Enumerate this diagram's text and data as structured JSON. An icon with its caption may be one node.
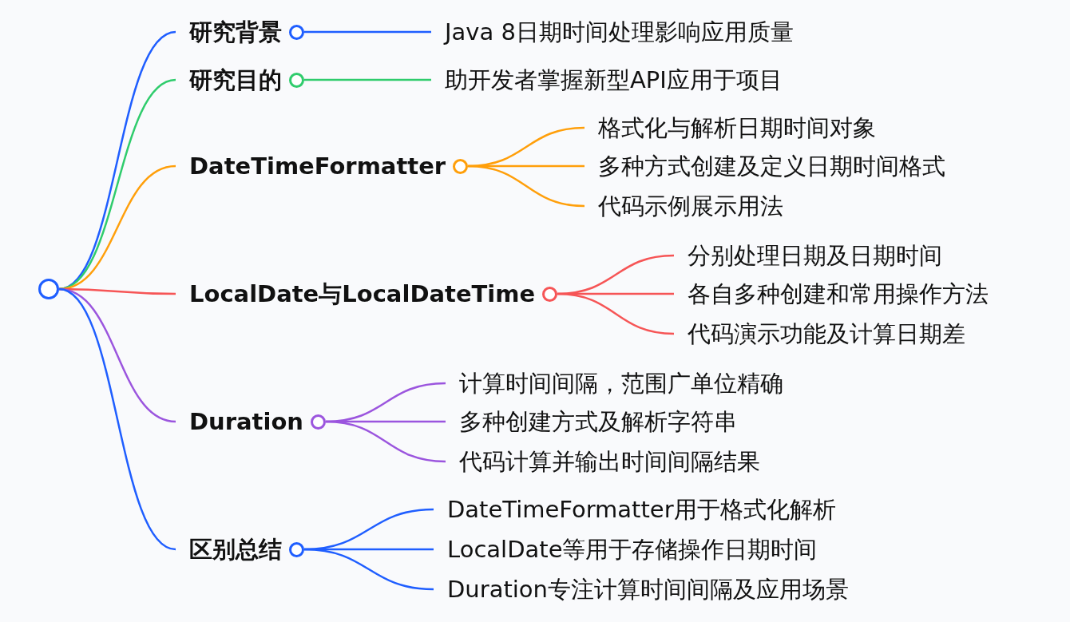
{
  "diagram": {
    "nodes": [
      {
        "text": [],
        "shape": "circle"
      },
      {
        "text": [
          "研究背景"
        ]
      },
      {
        "text": [
          "Java 8日期时间处理影响应用质量"
        ]
      },
      {
        "text": [
          "研究目的"
        ]
      },
      {
        "text": [
          "助开发者掌握新型API应用于项目"
        ]
      },
      {
        "text": [
          "DateTimeFormatter"
        ]
      },
      {
        "text": [
          "格式化与解析日期时间对象"
        ]
      },
      {
        "text": [
          "多种方式创建及定义日期时间格式"
        ]
      },
      {
        "text": [
          "代码示例展示用法"
        ]
      },
      {
        "text": [
          "LocalDate与LocalDateTime"
        ]
      },
      {
        "text": [
          "分别处理日期及日期时间"
        ]
      },
      {
        "text": [
          "各自多种创建和常用操作方法"
        ]
      },
      {
        "text": [
          "代码演示功能及计算日期差"
        ]
      },
      {
        "text": [
          "Duration"
        ]
      },
      {
        "text": [
          "计算时间间隔，范围广单位精确"
        ]
      },
      {
        "text": [
          "多种创建方式及解析字符串"
        ]
      },
      {
        "text": [
          "代码计算并输出时间间隔结果"
        ]
      },
      {
        "text": [
          "区别总结"
        ]
      },
      {
        "text": [
          "DateTimeFormatter用于格式化解析"
        ]
      },
      {
        "text": [
          "LocalDate等用于存储操作日期时间"
        ]
      },
      {
        "text": [
          "Duration专注计算时间间隔及应用场景"
        ]
      }
    ],
    "edges": [
      {
        "from": 0,
        "to": 1,
        "arrow": "none",
        "color": "#1f5eff"
      },
      {
        "from": 1,
        "to": 2,
        "arrow": "none",
        "color": "#1f5eff"
      },
      {
        "from": 0,
        "to": 3,
        "arrow": "none",
        "color": "#2fcc6c"
      },
      {
        "from": 3,
        "to": 4,
        "arrow": "none",
        "color": "#2fcc6c"
      },
      {
        "from": 0,
        "to": 5,
        "arrow": "none",
        "color": "#ff9f0a"
      },
      {
        "from": 5,
        "to": 6,
        "arrow": "none",
        "color": "#ff9f0a"
      },
      {
        "from": 5,
        "to": 7,
        "arrow": "none",
        "color": "#ff9f0a"
      },
      {
        "from": 5,
        "to": 8,
        "arrow": "none",
        "color": "#ff9f0a"
      },
      {
        "from": 0,
        "to": 9,
        "arrow": "none",
        "color": "#f65556"
      },
      {
        "from": 9,
        "to": 10,
        "arrow": "none",
        "color": "#f65556"
      },
      {
        "from": 9,
        "to": 11,
        "arrow": "none",
        "color": "#f65556"
      },
      {
        "from": 9,
        "to": 12,
        "arrow": "none",
        "color": "#f65556"
      },
      {
        "from": 0,
        "to": 13,
        "arrow": "none",
        "color": "#9b55de"
      },
      {
        "from": 13,
        "to": 14,
        "arrow": "none",
        "color": "#9b55de"
      },
      {
        "from": 13,
        "to": 15,
        "arrow": "none",
        "color": "#9b55de"
      },
      {
        "from": 13,
        "to": 16,
        "arrow": "none",
        "color": "#9b55de"
      },
      {
        "from": 0,
        "to": 17,
        "arrow": "none",
        "color": "#1f5eff"
      },
      {
        "from": 17,
        "to": 18,
        "arrow": "none",
        "color": "#1f5eff"
      },
      {
        "from": 17,
        "to": 19,
        "arrow": "none",
        "color": "#1f5eff"
      },
      {
        "from": 17,
        "to": 20,
        "arrow": "none",
        "color": "#1f5eff"
      }
    ]
  }
}
